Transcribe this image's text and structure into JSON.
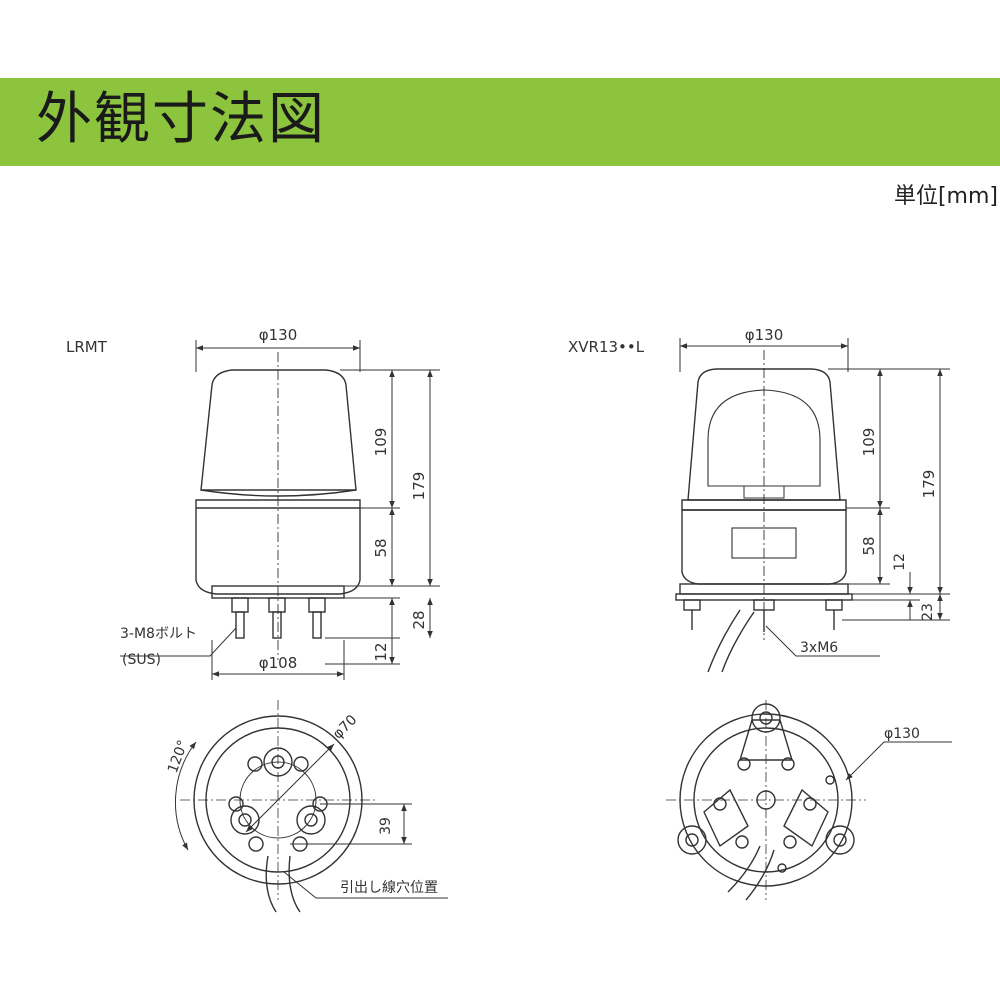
{
  "header": {
    "title": "外観寸法図",
    "band_color": "#8cc43e"
  },
  "unit": "単位[mm]",
  "left_model": {
    "name": "LRMT",
    "top_diameter": "φ130",
    "dim_109": "109",
    "dim_179": "179",
    "dim_58": "58",
    "dim_28": "28",
    "dim_12": "12",
    "bolt_label": "3-M8ボルト",
    "bolt_material": "(SUS)",
    "base_diameter": "φ108",
    "angle": "120°",
    "pcd": "φ70",
    "dim_39": "39",
    "cable_hole": "引出し線穴位置"
  },
  "right_model": {
    "name": "XVR13••L",
    "top_diameter": "φ130",
    "dim_109": "109",
    "dim_179": "179",
    "dim_58": "58",
    "dim_12": "12",
    "dim_23": "23",
    "screw_label": "3xM6",
    "bottom_diameter": "φ130"
  }
}
